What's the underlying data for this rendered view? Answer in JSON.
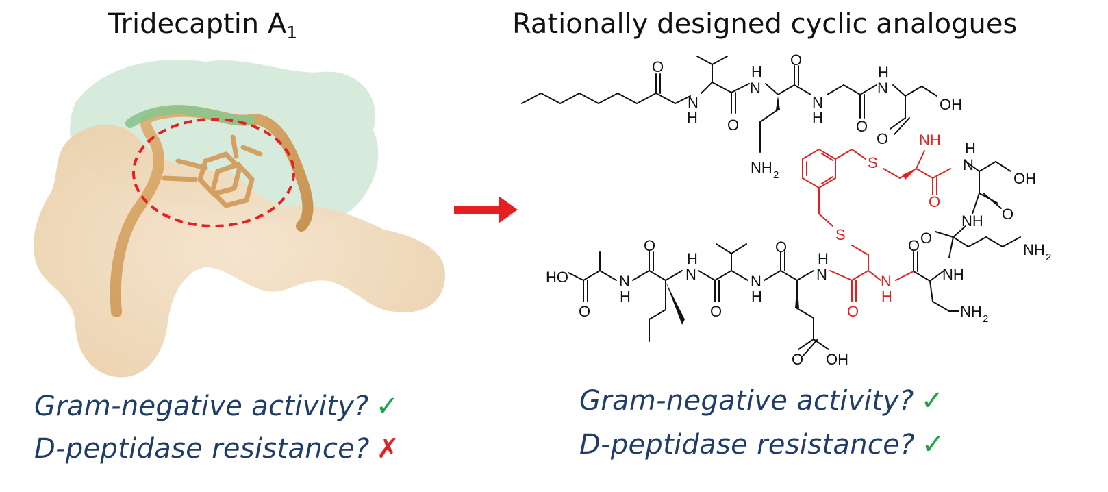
{
  "left": {
    "title_main": "Tridecaptin A",
    "title_sub": "1",
    "q1": "Gram-negative activity?",
    "q2": "D-peptidase resistance?",
    "q1_mark": "✓",
    "q2_mark": "✗"
  },
  "right": {
    "title": "Rationally designed cyclic analogues",
    "q1": "Gram-negative activity?",
    "q2": "D-peptidase resistance?",
    "q1_mark": "✓",
    "q2_mark": "✓"
  },
  "colors": {
    "text_blue": "#1f3d6b",
    "check_green": "#1fa34a",
    "cross_red": "#e02424",
    "highlight_red": "#e62020",
    "surface_tan": "#f1dcc0",
    "surface_green": "#cfe8d6",
    "backbone_tan": "#d6a464",
    "backbone_green": "#8cc48e"
  },
  "structure_labels": {
    "O": "O",
    "NH": "NH",
    "H": "H",
    "N": "N",
    "OH": "OH",
    "HO": "HO",
    "S": "S",
    "NH2": "NH",
    "two": "2"
  }
}
